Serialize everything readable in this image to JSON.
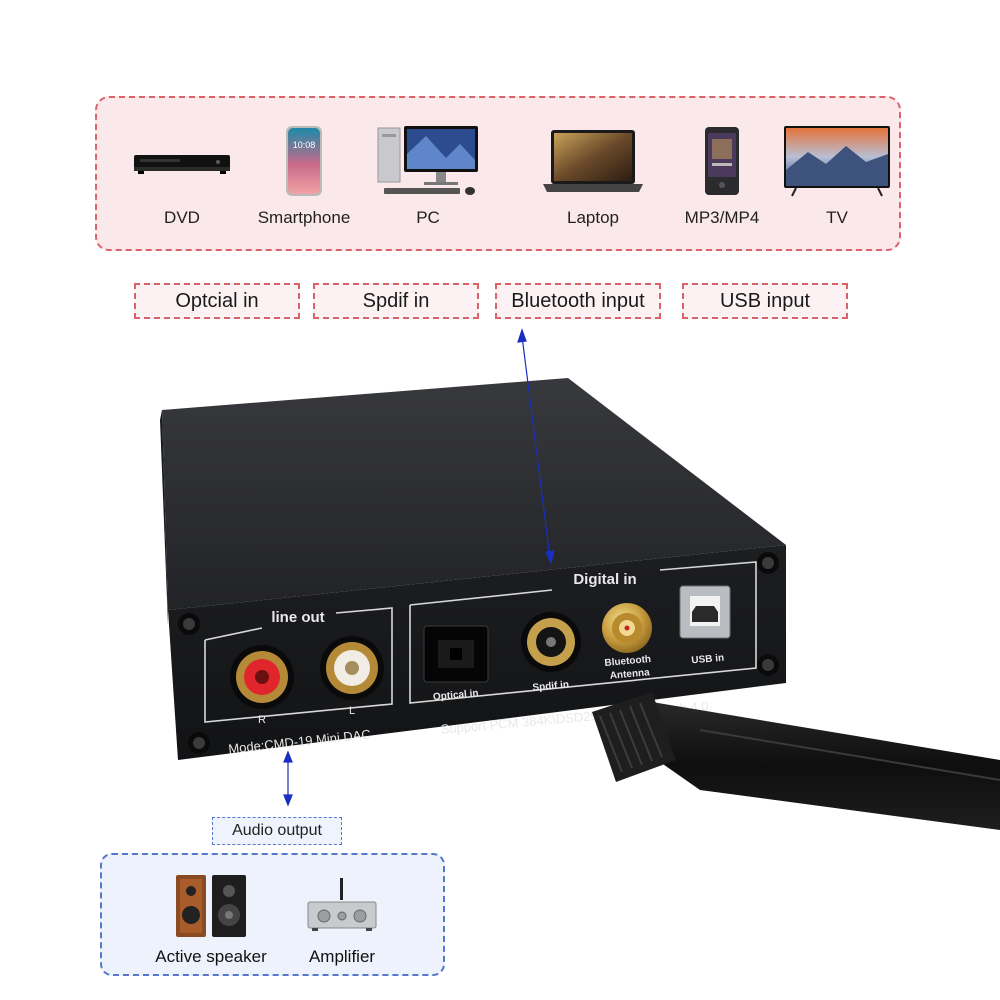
{
  "sources": [
    {
      "label": "DVD",
      "icon": "dvd-player-icon"
    },
    {
      "label": "Smartphone",
      "icon": "smartphone-icon"
    },
    {
      "label": "PC",
      "icon": "desktop-pc-icon"
    },
    {
      "label": "Laptop",
      "icon": "laptop-icon"
    },
    {
      "label": "MP3/MP4",
      "icon": "mp3-player-icon"
    },
    {
      "label": "TV",
      "icon": "tv-icon"
    }
  ],
  "inputs": [
    "Optcial in",
    "Spdif in",
    "Bluetooth input",
    "USB input"
  ],
  "device": {
    "line_out_label": "line out",
    "digital_in_label": "Digital in",
    "r_label": "R",
    "l_label": "L",
    "model_label": "Mode:CMD-19  Mini  DAC",
    "optical_label": "Optical in",
    "spdif_label": "Spdif in",
    "bt_label_1": "Bluetooth",
    "bt_label_2": "Antenna",
    "usb_label": "USB in",
    "support_label": "Support PCM 384K\\DSD256  and bluetooth 4.0"
  },
  "output": {
    "tag": "Audio output",
    "items": [
      {
        "label": "Active speaker",
        "icon": "speaker-icon"
      },
      {
        "label": "Amplifier",
        "icon": "amplifier-icon"
      }
    ]
  },
  "colors": {
    "source_panel_bg": "#fbe8ea",
    "source_border": "#d9636b",
    "output_panel_bg": "#eef2fc",
    "output_border": "#5577cc",
    "arrow": "#1a2fbf",
    "device_body": "#232528",
    "rca_right": "#e0262a",
    "rca_left": "#f1ece4",
    "gold": "#c9a24a"
  }
}
